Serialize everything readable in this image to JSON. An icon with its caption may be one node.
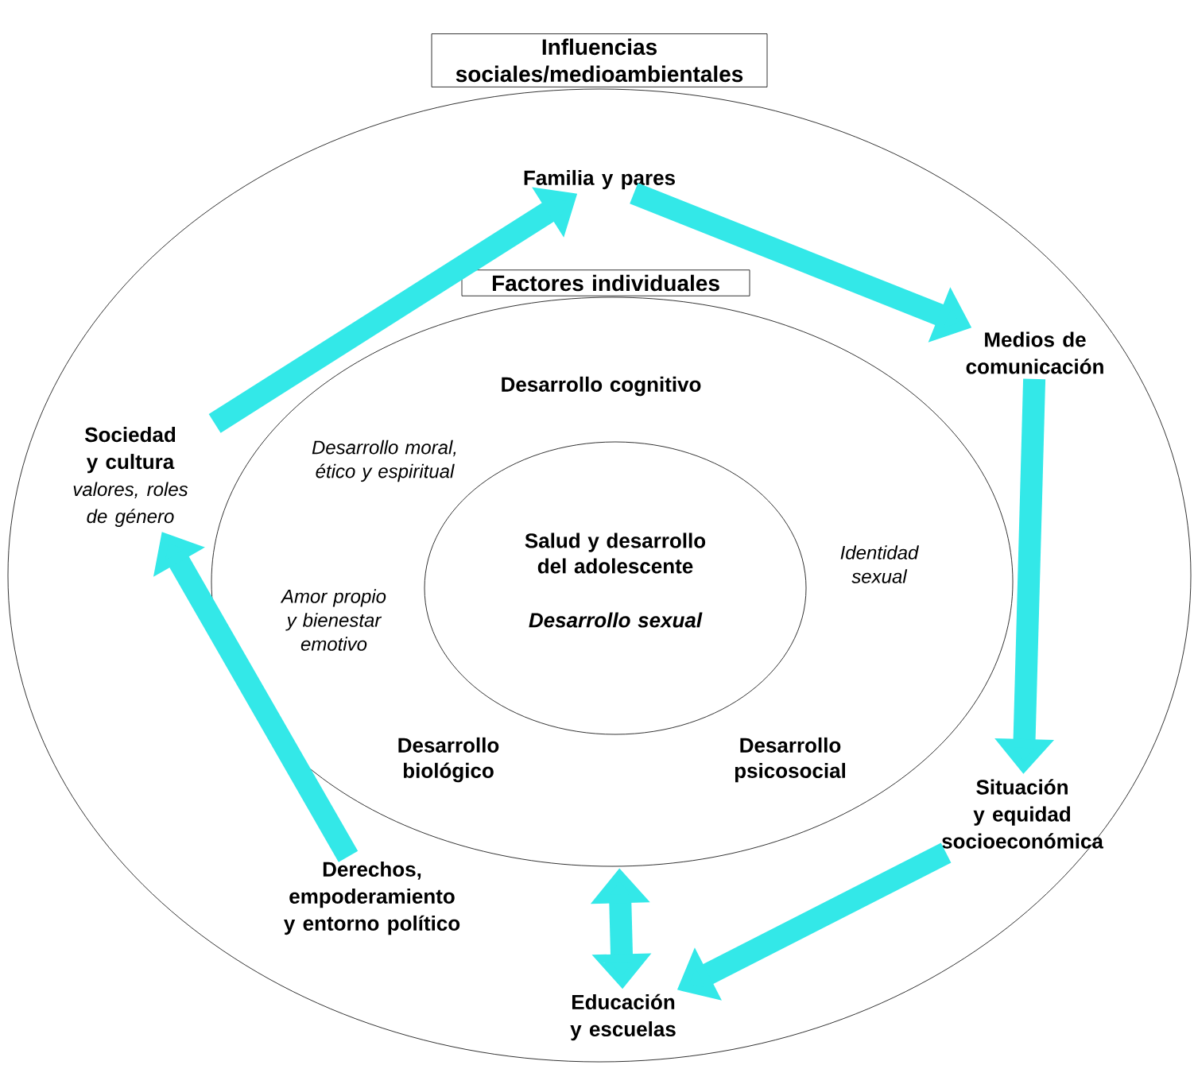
{
  "diagram": {
    "nodes": [
      {
        "text": [
          "Influencias sociales/medioambientales"
        ]
      },
      {
        "text": [
          "Familia y pares"
        ],
        "in": 0
      },
      {
        "text": [
          "Medios de comunicación"
        ],
        "in": 0
      },
      {
        "text": [
          "Situación y equidad socioeconómica"
        ],
        "in": 0
      },
      {
        "text": [
          "Educación y escuelas"
        ],
        "in": 0
      },
      {
        "text": [
          "Derechos, empoderamiento y entorno político"
        ],
        "in": 0
      },
      {
        "text": [
          "Sociedad y cultura",
          "valores, roles de género"
        ],
        "in": 0
      },
      {
        "text": [
          "Factores individuales",
          "Desarrollo cognitivo",
          "Desarrollo moral, ético y espiritual",
          "Identidad sexual",
          "Amor propio y bienestar emotivo",
          "Desarrollo biológico",
          "Desarrollo psicosocial"
        ],
        "in": 0
      },
      {
        "text": [
          "Salud y desarrollo del adolescente",
          "Desarrollo sexual"
        ],
        "in": 7
      }
    ],
    "edges": [
      {
        "from": 6,
        "to": 1,
        "arrow": "to"
      },
      {
        "from": 1,
        "to": 2,
        "arrow": "to"
      },
      {
        "from": 2,
        "to": 3,
        "arrow": "to"
      },
      {
        "from": 3,
        "to": 4,
        "arrow": "to"
      },
      {
        "from": 4,
        "to": 7,
        "arrow": "both"
      },
      {
        "from": 5,
        "to": 6,
        "arrow": "to"
      }
    ]
  }
}
